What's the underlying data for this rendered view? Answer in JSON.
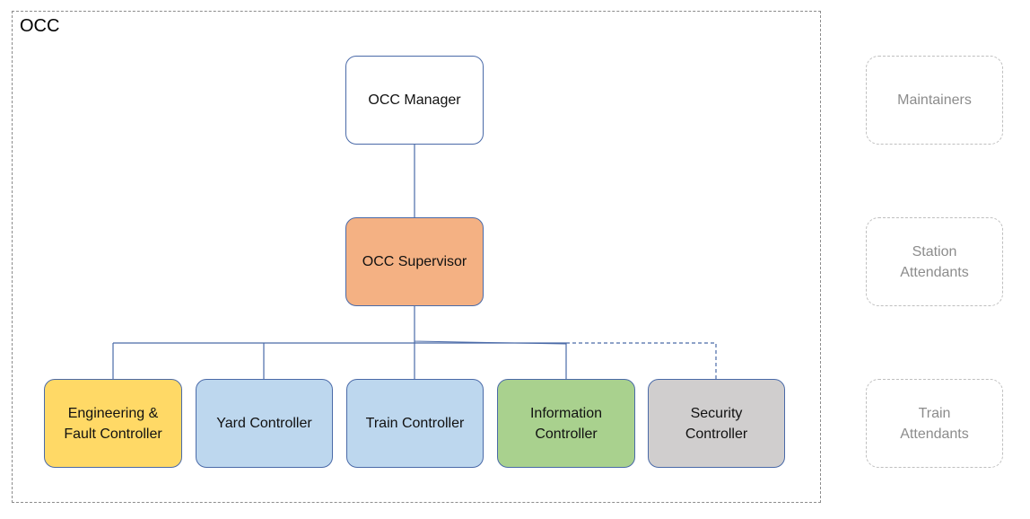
{
  "group": {
    "title": "OCC"
  },
  "manager": {
    "label": "OCC Manager",
    "color": "#ffffff"
  },
  "supervisor": {
    "label": "OCC Supervisor",
    "color": "#f4b183"
  },
  "controllers": [
    {
      "label": "Engineering & Fault Controller",
      "color": "#ffd966"
    },
    {
      "label": "Yard Controller",
      "color": "#bdd7ee"
    },
    {
      "label": "Train Controller",
      "color": "#bdd7ee"
    },
    {
      "label": "Information Controller",
      "color": "#a9d18e"
    },
    {
      "label": "Security Controller",
      "color": "#d0cece"
    }
  ],
  "external": [
    {
      "label": "Maintainers"
    },
    {
      "label": "Station Attendants"
    },
    {
      "label": "Train Attendants"
    }
  ],
  "colors": {
    "connector": "#4a6aa8",
    "node_border": "#4a6aa8"
  }
}
